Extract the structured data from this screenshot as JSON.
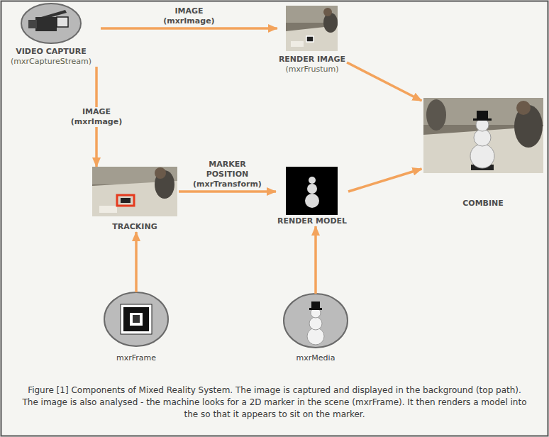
{
  "diagram": {
    "caption": "Figure [1] Components of Mixed Reality System. The image is captured and displayed in the background (top path). The image is also analysed - the machine looks for a 2D marker in the scene (mxrFrame). It then renders a model into the so that it appears to sit on the marker.",
    "nodes": [
      {
        "text": [
          "VIDEO CAPTURE",
          "(mxrCaptureStream)"
        ]
      },
      {
        "text": [
          "RENDER IMAGE",
          "(mxrFrustum)"
        ]
      },
      {
        "text": [
          "COMBINE"
        ]
      },
      {
        "text": [
          "TRACKING"
        ]
      },
      {
        "text": [
          "RENDER MODEL"
        ]
      },
      {
        "text": [
          "mxrFrame"
        ]
      },
      {
        "text": [
          "mxrMedia"
        ]
      }
    ],
    "edges": [
      {
        "from": 0,
        "to": 1,
        "label": "IMAGE (mxrImage)",
        "arrow": "to"
      },
      {
        "from": 0,
        "to": 3,
        "label": "IMAGE (mxrImage)",
        "arrow": "to"
      },
      {
        "from": 1,
        "to": 2,
        "arrow": "to"
      },
      {
        "from": 3,
        "to": 4,
        "label": "MARKER POSITION (mxrTransform)",
        "arrow": "to"
      },
      {
        "from": 4,
        "to": 2,
        "arrow": "to"
      },
      {
        "from": 5,
        "to": 3,
        "arrow": "to"
      },
      {
        "from": 6,
        "to": 4,
        "arrow": "to"
      }
    ]
  }
}
